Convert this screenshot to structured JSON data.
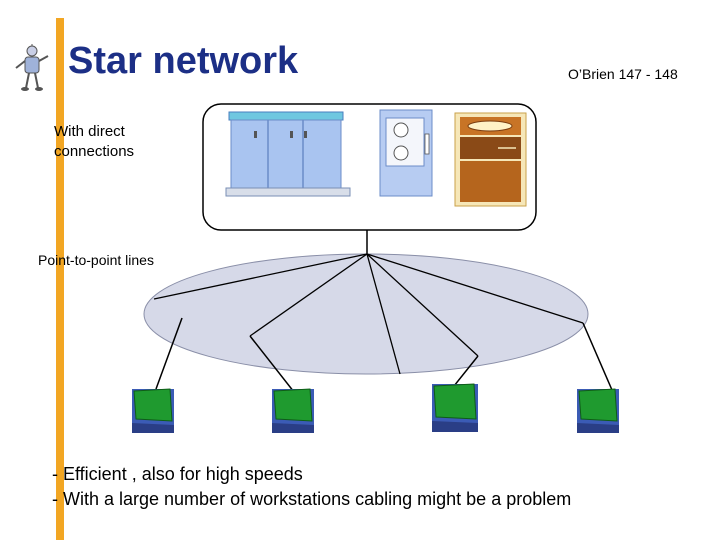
{
  "title": "Star network",
  "reference": "O’Brien 147 - 148",
  "labels": {
    "direct_line1": "With direct",
    "direct_line2": "connections",
    "point_to_point": "Point-to-point lines"
  },
  "bullets": [
    "- Efficient , also for high speeds",
    "- With a large number of workstations cabling might be a problem"
  ],
  "colors": {
    "title": "#1c2f86",
    "accent": "#f2a623",
    "ellipse": "#d6d9e8",
    "mainframe": "#a9c4f0",
    "terminal_screen": "#1f9a2f",
    "brown": "#b5651d"
  },
  "icons": {
    "logo": "robot-mascot-icon",
    "host": "mainframe-icon",
    "workstation": "terminal-icon"
  }
}
